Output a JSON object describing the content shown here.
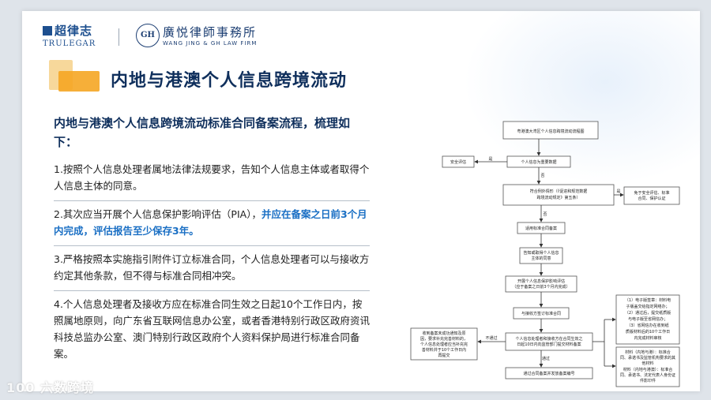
{
  "header": {
    "logo1_cn": "超律志",
    "logo1_en": "TRULEGAR",
    "logo2_badge": "GH",
    "logo2_cn": "廣悦律師事務所",
    "logo2_en": "WANG JING & GH LAW FIRM"
  },
  "title": "内地与港澳个人信息跨境流动",
  "left": {
    "subtitle": "内地与港澳个人信息跨境流动标准合同备案流程，梳理如下：",
    "items": [
      {
        "text": "1.按照个人信息处理者属地法律法规要求，告知个人信息主体或者取得个人信息主体的同意。"
      },
      {
        "text_a": "2.其次应当开展个人信息保护影响评估（PIA），",
        "text_hl": "并应在备案之日前3个月内完成，评估报告至少保存3年。"
      },
      {
        "text": "3.严格按照本实施指引附件订立标准合同，个人信息处理者可以与接收方约定其他条款，但不得与标准合同相冲突。"
      },
      {
        "text": "4.个人信息处理者及接收方应在标准合同生效之日起10个工作日内，按照属地原则，向广东省互联网信息办公室，或者香港特别行政区政府资讯科技总监办公室、澳门特别行政区政府个人资料保护局进行标准合同备案。"
      }
    ]
  },
  "flowchart": {
    "top": "粤港澳大湾区个人信息跨境流动流程图",
    "n1": "个人信息为重要数据",
    "n1_left": "安全评估",
    "n1_left_label": "是",
    "n1_down": "否",
    "n2": [
      "符合例外情形（《促进和规范数据",
      "跨境流动规定》第五条）"
    ],
    "n2_right": [
      "免于安全评估、标准",
      "合同、保护认证"
    ],
    "n2_right_label": "是",
    "n2_down": "否",
    "n3": "适用标准合同备案",
    "n4": [
      "告知或取得个人信息",
      "主体的同意"
    ],
    "n5": [
      "开展个人信息保护影响评估",
      "（应于备案之日前3个月内完成）"
    ],
    "n6": "与接收方签订标准合同",
    "n7": [
      "个人信息处理者和接收方在合同生效之",
      "日起10日内向监管部门提交材料备案"
    ],
    "n7_left": [
      "收到备案未成功通知及原",
      "因，要求补充完善材料的，",
      "个人信息处理者应当补充完",
      "善材料并于10个工作日内",
      "再提交"
    ],
    "n7_left_label": "不通过",
    "n7_down": "通过",
    "n8": "通过合同备案并发放备案编号",
    "r1": [
      "（1）电子版签章：材料电",
      "子版盖交给指定网络办；",
      "（2）通过后，提交纸质版",
      "与电子版至省网信办；",
      "（3）省网信办在收到纸",
      "质版材料后的10个工作日",
      "内完成材料审核"
    ],
    "r2": [
      "材料（内地与港）：标准合",
      "同、承诺书及监管机构要求的其",
      "他材料",
      "材料（内地与港澳）：标准合",
      "同、承诺书、法定代表人身份证",
      "件影印件"
    ]
  },
  "watermark": "100 六数跨境"
}
